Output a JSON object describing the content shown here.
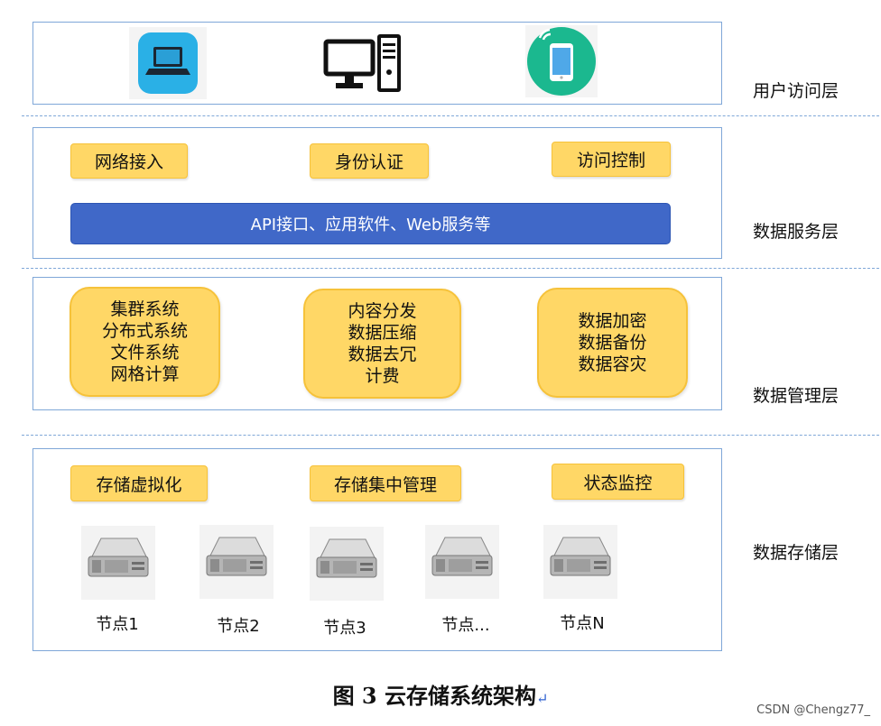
{
  "layers": [
    {
      "label": "用户访问层"
    },
    {
      "label": "数据服务层"
    },
    {
      "label": "数据管理层"
    },
    {
      "label": "数据存储层"
    }
  ],
  "service_layer": {
    "tags": [
      "网络接入",
      "身份认证",
      "访问控制"
    ],
    "api_bar": "API接口、应用软件、Web服务等"
  },
  "management_layer": {
    "cards": [
      [
        "集群系统",
        "分布式系统",
        "文件系统",
        "网格计算"
      ],
      [
        "内容分发",
        "数据压缩",
        "数据去冗",
        "计费"
      ],
      [
        "数据加密",
        "数据备份",
        "数据容灾"
      ]
    ]
  },
  "storage_layer": {
    "tags": [
      "存储虚拟化",
      "存储集中管理",
      "状态监控"
    ],
    "nodes": [
      "节点1",
      "节点2",
      "节点3",
      "节点...",
      "节点N"
    ]
  },
  "caption": "图 3  云存储系统架构",
  "caption_mark": "↵",
  "watermark": "CSDN @Chengz77_",
  "icons": [
    "laptop-icon",
    "desktop-computer-icon",
    "smartphone-icon",
    "server-icon"
  ],
  "colors": {
    "layer_border": "#7fa7d8",
    "tag_fill": "#ffd766",
    "tag_border": "#f6c23a",
    "api_bar": "#4068c8",
    "laptop_bg": "#2ab0e6",
    "phone_bg": "#1bb88f"
  }
}
